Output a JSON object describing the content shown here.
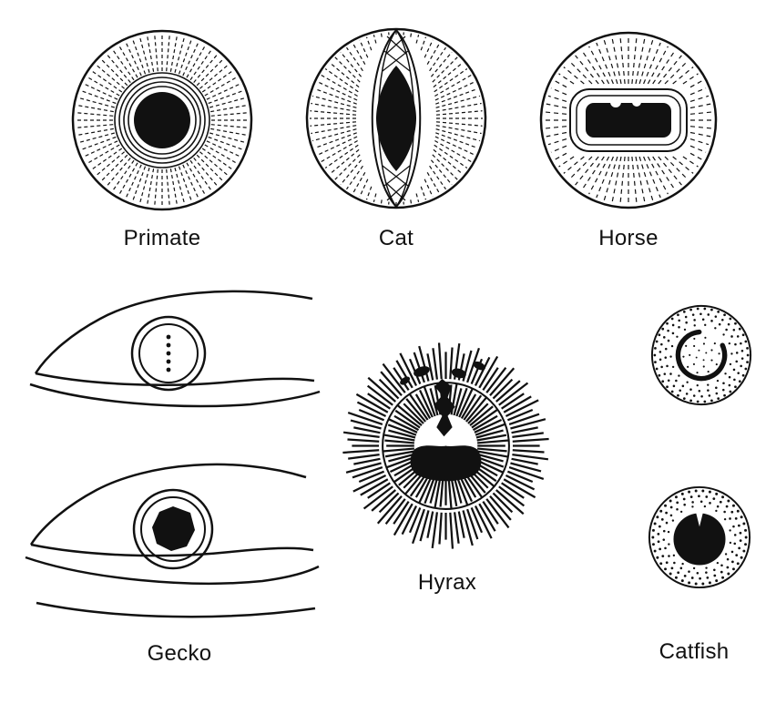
{
  "figure": {
    "background": "#ffffff",
    "ink": "#111111",
    "labels": {
      "primate": "Primate",
      "cat": "Cat",
      "horse": "Horse",
      "gecko": "Gecko",
      "hyrax": "Hyrax",
      "catfish": "Catfish"
    }
  }
}
